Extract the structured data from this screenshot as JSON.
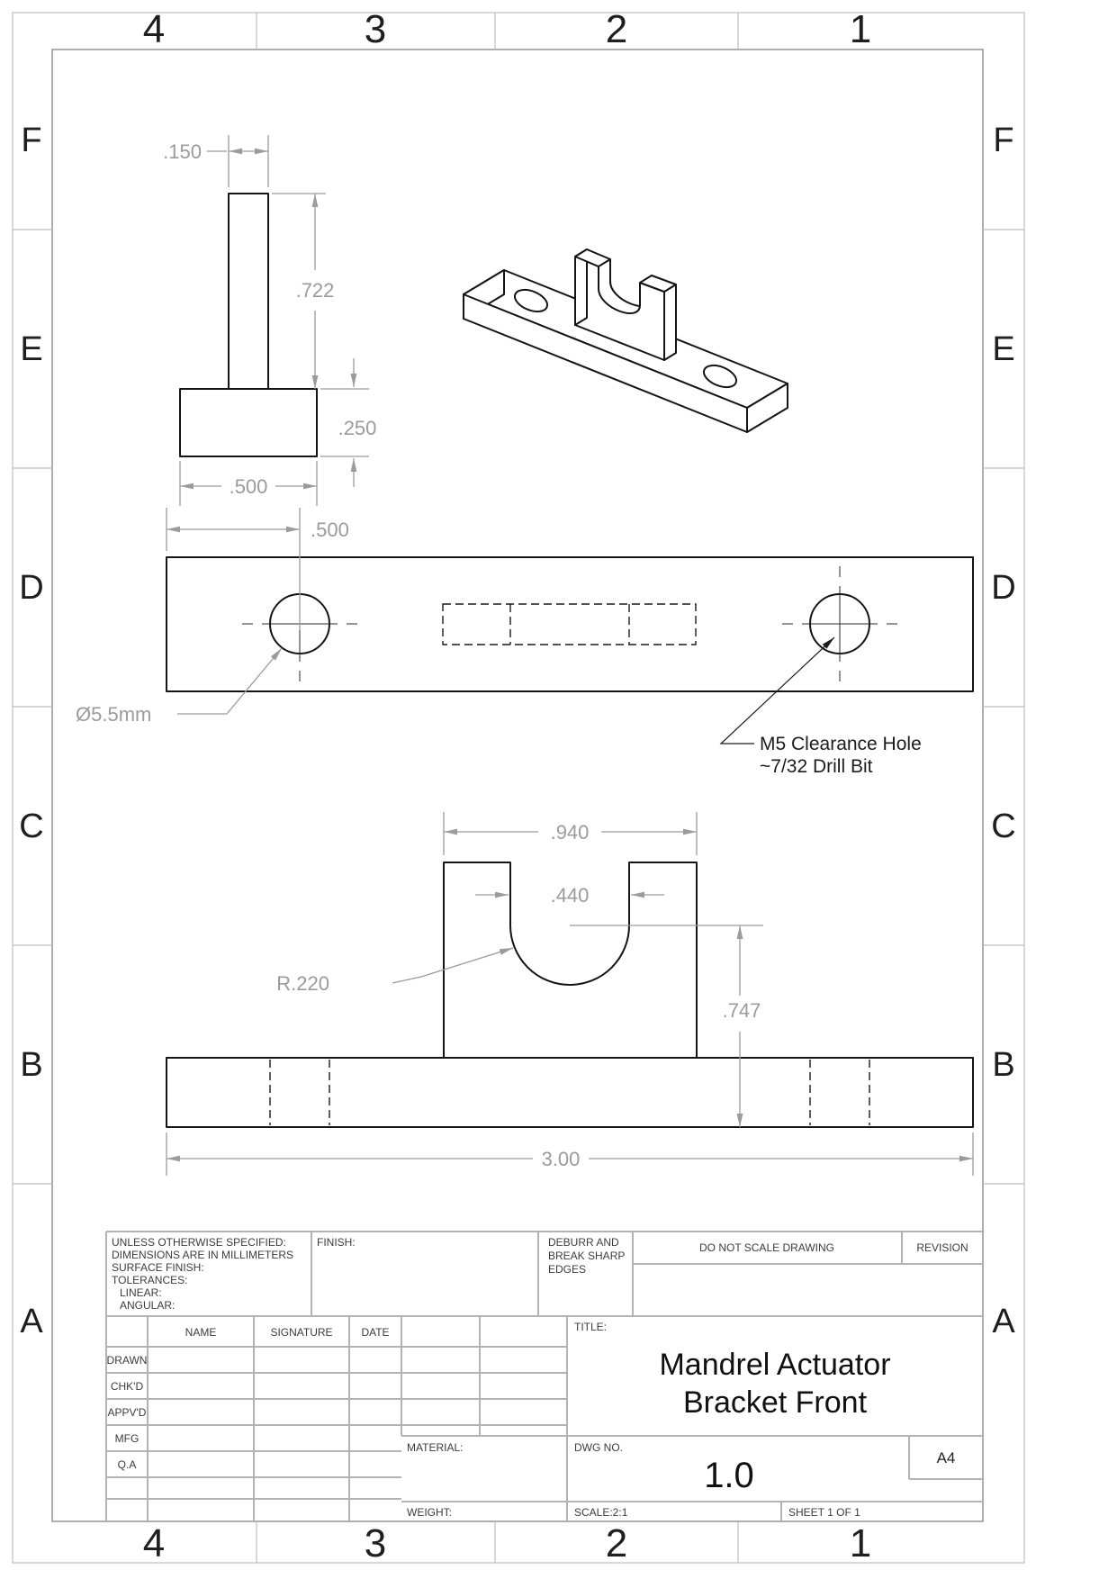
{
  "sheet": {
    "zones": {
      "columns": [
        "4",
        "3",
        "2",
        "1"
      ],
      "rows": [
        "F",
        "E",
        "D",
        "C",
        "B",
        "A"
      ]
    }
  },
  "dimensions": {
    "tab_thickness": ".150",
    "tab_height": ".722",
    "base_thickness": ".250",
    "base_width": ".500",
    "hole_offset": ".500",
    "hole_diameter": "Ø5.5mm",
    "tab_length": ".940",
    "slot_width": ".440",
    "slot_radius": "R.220",
    "slot_center_height": ".747",
    "overall_length": "3.00"
  },
  "notes": {
    "clearance_line1": "M5 Clearance Hole",
    "clearance_line2": "~7/32 Drill Bit"
  },
  "title_block": {
    "spec_lines": [
      "UNLESS OTHERWISE SPECIFIED:",
      "DIMENSIONS ARE IN MILLIMETERS",
      "SURFACE FINISH:",
      "TOLERANCES:",
      "LINEAR:",
      "ANGULAR:"
    ],
    "finish_label": "FINISH:",
    "deburr_lines": [
      "DEBURR AND",
      "BREAK SHARP",
      "EDGES"
    ],
    "do_not_scale": "DO NOT SCALE DRAWING",
    "revision_label": "REVISION",
    "sig_columns": {
      "name": "NAME",
      "signature": "SIGNATURE",
      "date": "DATE"
    },
    "sig_rows": [
      "DRAWN",
      "CHK'D",
      "APPV'D",
      "MFG",
      "Q.A"
    ],
    "title_label": "TITLE:",
    "title_line1": "Mandrel Actuator",
    "title_line2": "Bracket Front",
    "material_label": "MATERIAL:",
    "weight_label": "WEIGHT:",
    "dwg_label": "DWG NO.",
    "dwg_number": "1.0",
    "paper_size": "A4",
    "scale_label": "SCALE:2:1",
    "sheet_label": "SHEET 1 OF 1"
  }
}
